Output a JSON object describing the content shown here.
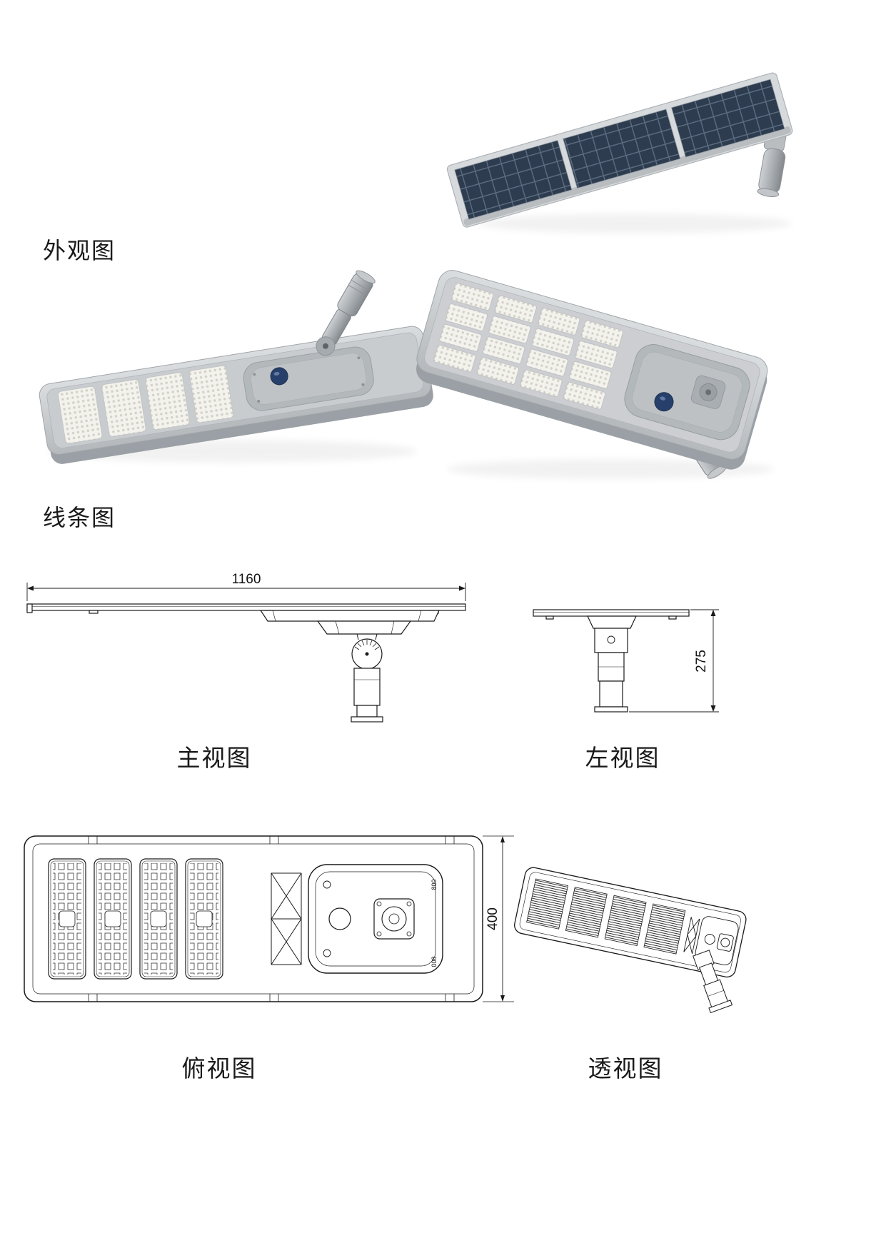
{
  "page": {
    "background": "#ffffff"
  },
  "sections": {
    "appearance": {
      "label": "外观图"
    },
    "line_drawing": {
      "label": "线条图"
    }
  },
  "views": {
    "front": {
      "label": "主视图",
      "width_dim": "1160"
    },
    "left": {
      "label": "左视图",
      "height_dim": "275"
    },
    "top": {
      "label": "俯视图",
      "depth_dim": "400",
      "marking_top": "800",
      "marking_bottom": "008"
    },
    "perspective": {
      "label": "透视图"
    }
  },
  "colors": {
    "drawing_line": "#1a1a1a",
    "text": "#111111",
    "solar_cell": "#2e3c4f",
    "solar_grid": "#5d6e82",
    "lamp_body": "#c7cacd",
    "lamp_body_dark": "#9aa0a5",
    "led_panel": "#f3f2ec",
    "sensor_blue": "#27406b"
  }
}
